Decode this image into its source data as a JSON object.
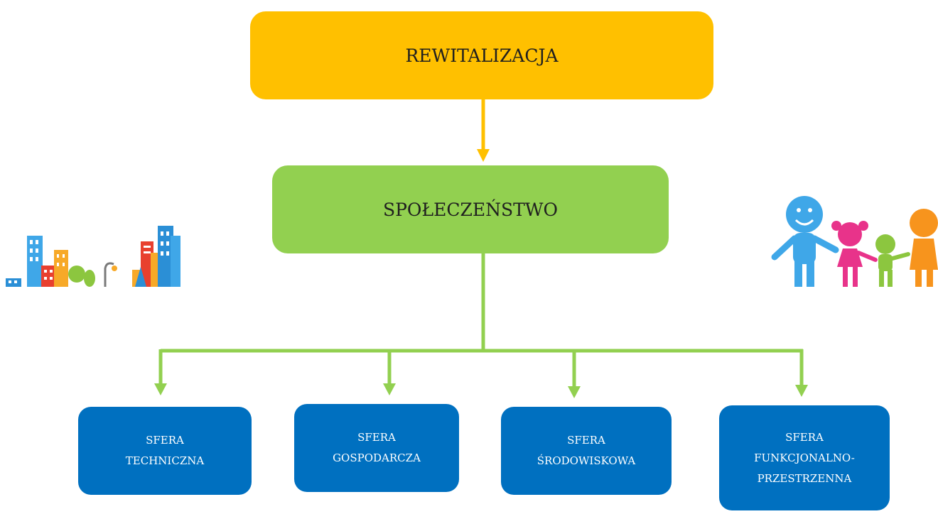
{
  "diagram": {
    "root": {
      "label": "REWITALIZACJA"
    },
    "middle": {
      "label": "SPOŁECZEŃSTWO"
    },
    "spheres": [
      {
        "line1": "SFERA",
        "line2": "TECHNICZNA"
      },
      {
        "line1": "SFERA",
        "line2": "GOSPODARCZA"
      },
      {
        "line1": "SFERA",
        "line2": "ŚRODOWISKOWA"
      },
      {
        "line1": "SFERA",
        "line2": "FUNKCJONALNO-",
        "line3": "PRZESTRZENNA"
      }
    ]
  },
  "colors": {
    "root_fill": "#FFC000",
    "middle_fill": "#92D050",
    "sphere_fill": "#0070C0",
    "connector_yellow": "#FFC000",
    "connector_green": "#92D050"
  },
  "decorations": {
    "left_image": "city-buildings-illustration",
    "right_image": "cartoon-family-illustration"
  }
}
